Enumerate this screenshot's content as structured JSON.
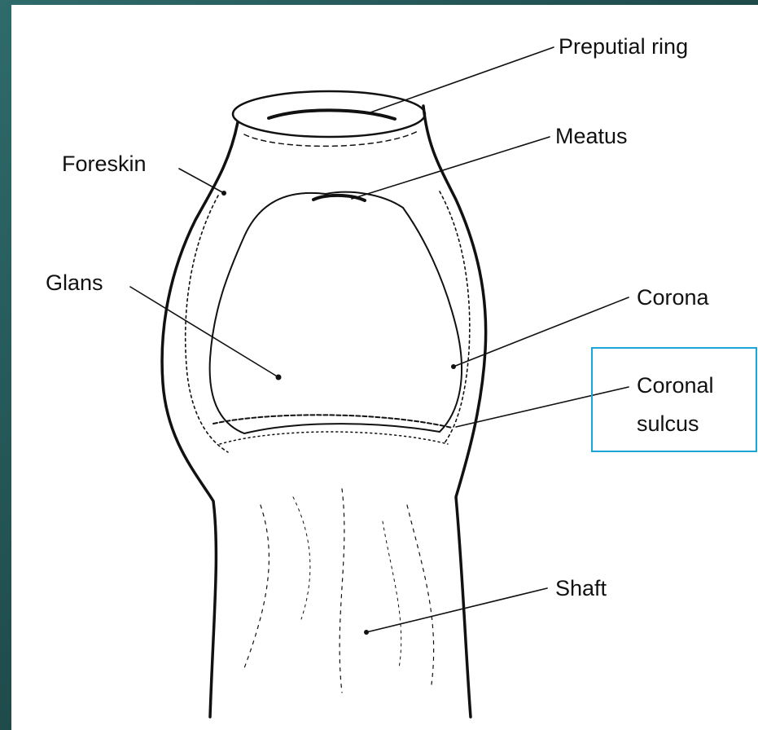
{
  "labels": {
    "preputial_ring": "Preputial ring",
    "meatus": "Meatus",
    "foreskin": "Foreskin",
    "glans": "Glans",
    "corona": "Corona",
    "coronal_sulcus_line1": "Coronal",
    "coronal_sulcus_line2": "sulcus",
    "shaft": "Shaft"
  },
  "colors": {
    "background": "#1f4e4f",
    "panel": "#ffffff",
    "ink": "#111111",
    "highlight": "#1aa6d9"
  }
}
